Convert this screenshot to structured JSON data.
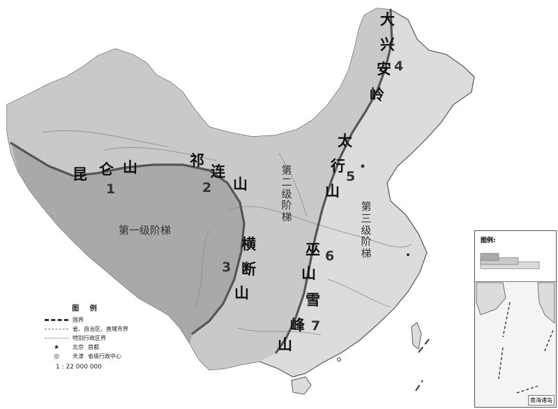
{
  "mountains": [
    {
      "id": "kunlun",
      "chars": [
        "昆",
        "仑",
        "山"
      ],
      "number": "1"
    },
    {
      "id": "qilian",
      "chars": [
        "祁",
        "连",
        "山"
      ],
      "number": "2"
    },
    {
      "id": "hengduan",
      "chars": [
        "横",
        "断",
        "山"
      ],
      "number": "3"
    },
    {
      "id": "daxinganling",
      "chars": [
        "大",
        "兴",
        "安",
        "岭"
      ],
      "number": "4"
    },
    {
      "id": "taihang",
      "chars": [
        "太",
        "行",
        "山"
      ],
      "number": "5"
    },
    {
      "id": "wushan",
      "chars": [
        "巫",
        "山"
      ],
      "number": "6"
    },
    {
      "id": "xuefeng",
      "chars": [
        "雪",
        "峰",
        "山"
      ],
      "number": "7"
    }
  ],
  "steps": {
    "first": "第一级阶梯",
    "second": "第二级阶梯",
    "third": "第三级阶梯"
  },
  "legend": {
    "title": "图 例",
    "items": [
      {
        "symbol": "national-border",
        "text": "国界"
      },
      {
        "symbol": "provincial-border",
        "text": "省、自治区、直辖市界"
      },
      {
        "symbol": "special-region-border",
        "text": "特别行政区界"
      },
      {
        "symbol": "capital",
        "text": "首都",
        "place": "北京"
      },
      {
        "symbol": "provincial-capital",
        "text": "省级行政中心",
        "place": "天津"
      }
    ],
    "scale": "1 : 22 000 000"
  },
  "inset": {
    "legend_title": "图例:",
    "caption": "南海诸岛"
  },
  "colors": {
    "first_step": "#a9a9a9",
    "second_step": "#c9c9c9",
    "third_step": "#dcdcdc",
    "boundary_line": "#555555"
  }
}
